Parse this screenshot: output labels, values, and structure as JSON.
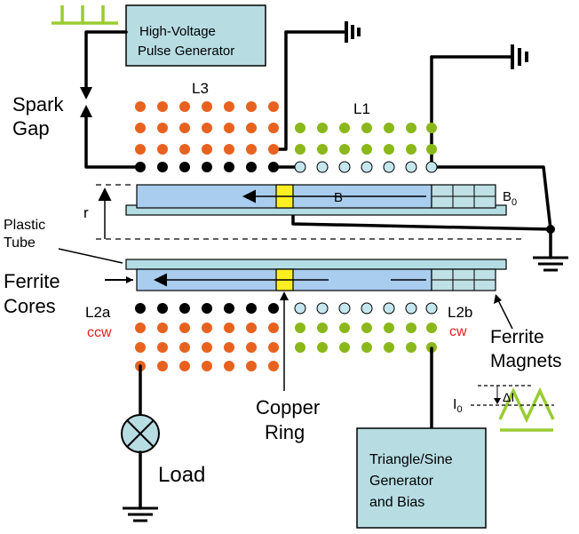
{
  "diagram": {
    "labels": {
      "pulse_generator": [
        "High-Voltage",
        "Pulse Generator"
      ],
      "spark_gap": [
        "Spark",
        "Gap"
      ],
      "l3": "L3",
      "l1": "L1",
      "field_b": "B",
      "field_b0": "B",
      "field_b0_sub": "0",
      "radius": "r",
      "plastic_tube": [
        "Plastic",
        "Tube"
      ],
      "ferrite_cores": [
        "Ferrite",
        "Cores"
      ],
      "l2a": "L2a",
      "ccw": "ccw",
      "l2b": "L2b",
      "cw": "cw",
      "ferrite_magnets": [
        "Ferrite",
        "Magnets"
      ],
      "copper_ring": [
        "Copper",
        "Ring"
      ],
      "load": "Load",
      "i0": "I",
      "i0_sub": "0",
      "delta_i": "ΔI",
      "triangle_generator": [
        "Triangle/Sine",
        "Generator",
        "and Bias"
      ]
    },
    "colors": {
      "orange_coil": "#e8621f",
      "green_coil": "#8ab81a",
      "black_coil": "#000000",
      "lightblue_coil": "#c5e6ee",
      "ferrite_core": "#a9cdef",
      "magnet": "#bfe0e4",
      "tube": "#b4dde3",
      "copper_ring": "#ffee22",
      "box_fill": "#b7dde3",
      "waveform": "#99cc33",
      "ccw_cw_text": "#e02020"
    }
  }
}
